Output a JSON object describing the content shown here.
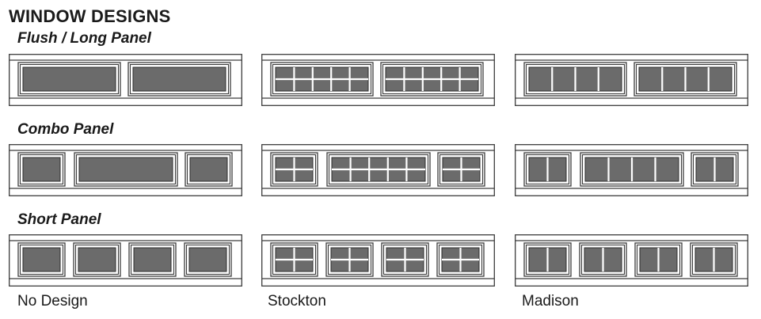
{
  "title": "WINDOW DESIGNS",
  "rows": [
    {
      "label": "Flush / Long Panel",
      "layout": "long"
    },
    {
      "label": "Combo Panel",
      "layout": "combo"
    },
    {
      "label": "Short Panel",
      "layout": "short"
    }
  ],
  "columns": [
    {
      "label": "No Design",
      "pattern": "none"
    },
    {
      "label": "Stockton",
      "pattern": "stockton"
    },
    {
      "label": "Madison",
      "pattern": "madison"
    }
  ],
  "colors": {
    "glass": "#6b6b6b",
    "outline": "#3c3c3c",
    "muntin": "#ffffff"
  }
}
